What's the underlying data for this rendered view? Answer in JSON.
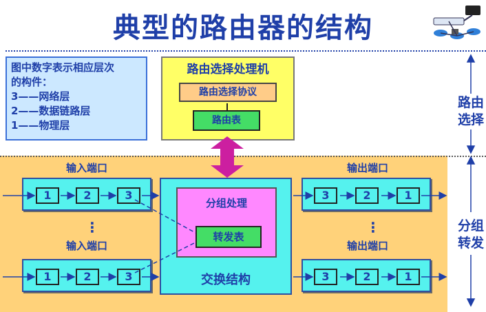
{
  "title": "典型的路由器的结构",
  "legend": {
    "line1": "图中数字表示相应层次",
    "line2": "的构件：",
    "line3": "3——网络层",
    "line4": "2——数据链路层",
    "line5": "1——物理层"
  },
  "routing_processor": {
    "title": "路由选择处理机",
    "protocol": "路由选择协议",
    "table": "路由表"
  },
  "input_ports": {
    "label_top": "输入端口",
    "label_bottom": "输入端口",
    "layers": [
      "1",
      "2",
      "3"
    ]
  },
  "output_ports": {
    "label_top": "输出端口",
    "label_bottom": "输出端口",
    "layers": [
      "3",
      "2",
      "1"
    ]
  },
  "switch_fabric": {
    "label": "交换结构",
    "packet_processing": "分组处理",
    "forwarding_table": "转发表"
  },
  "ellipsis": "⋮",
  "side_labels": {
    "routing_line1": "路由",
    "routing_line2": "选择",
    "forwarding_line1": "分组",
    "forwarding_line2": "转发"
  },
  "colors": {
    "text_blue": "#1f3fa8",
    "port_cyan": "#55f2ee",
    "processor_yellow": "#ffff66",
    "forwarding_orange": "#ffd27a",
    "packet_magenta": "#ff88ff",
    "table_green": "#44dd66",
    "arrow_magenta": "#cc1fa0"
  }
}
